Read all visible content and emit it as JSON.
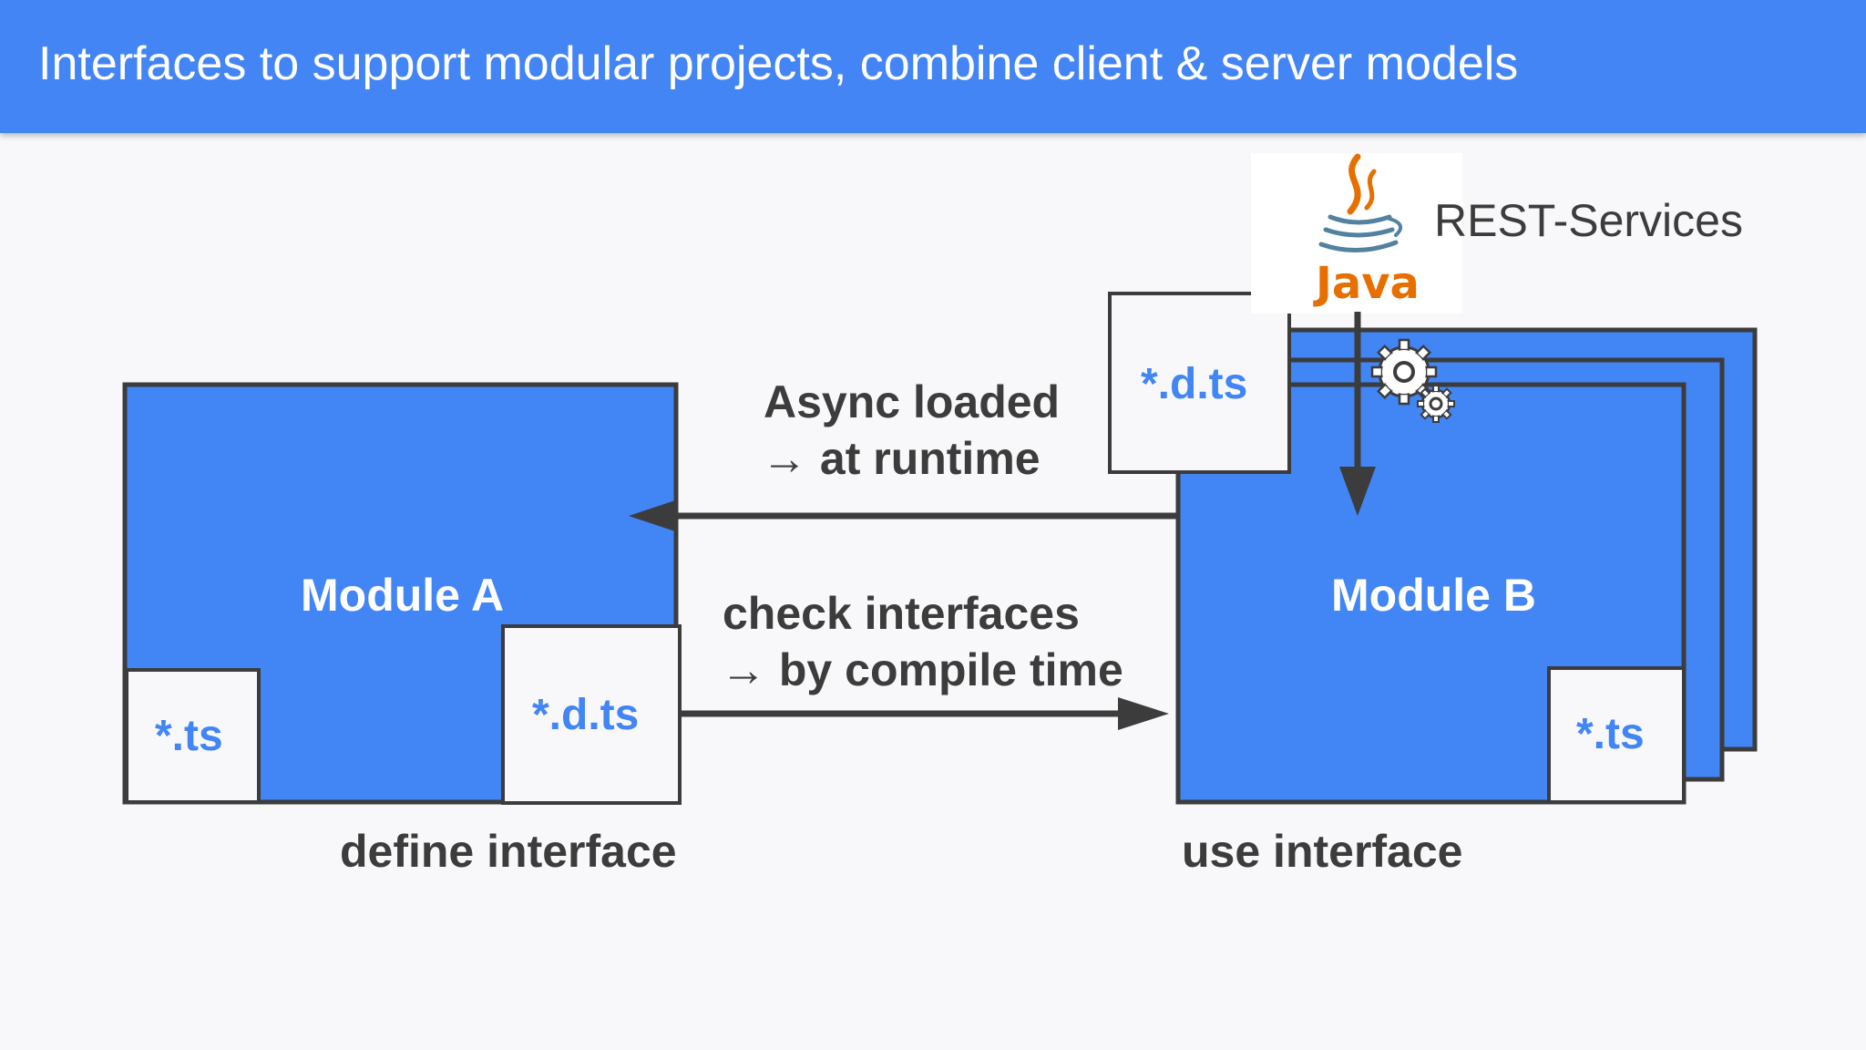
{
  "title": "Interfaces to support modular projects, combine client & server models",
  "module_a": {
    "name": "Module A",
    "ts_file": "*.ts",
    "dts_file": "*.d.ts",
    "caption": "define interface"
  },
  "module_b": {
    "name": "Module B",
    "ts_file": "*.ts",
    "dts_file": "*.d.ts",
    "caption": "use interface"
  },
  "arrow_async": {
    "line1": "Async loaded",
    "line2": "→ at runtime"
  },
  "arrow_check": {
    "line1": "check  interfaces",
    "line2": "→ by compile time"
  },
  "server": {
    "logo_text": "Java",
    "label": "REST-Services"
  },
  "icons": [
    "java-logo-icon",
    "gears-icon"
  ],
  "colors": {
    "accent": "#4285f4",
    "title_bar": "#4385f4",
    "dark": "#3c3c3c",
    "java_orange": "#e76f00",
    "java_blue": "#5382a1"
  }
}
